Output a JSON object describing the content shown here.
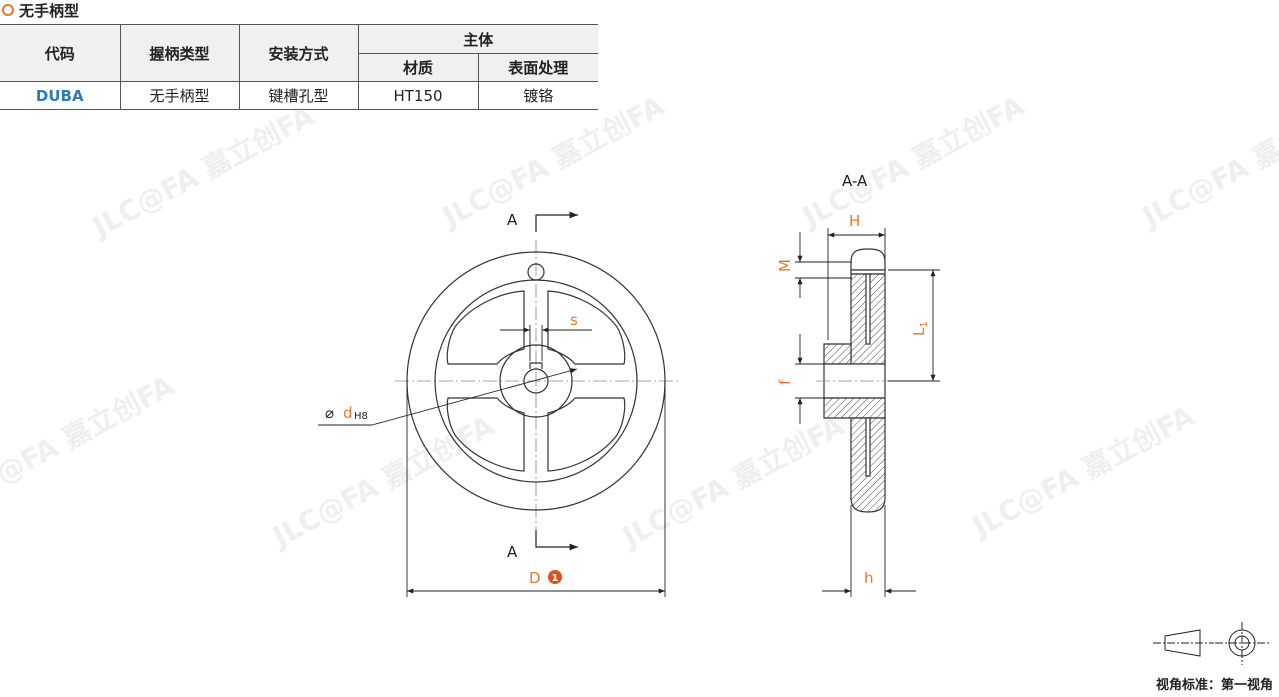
{
  "section_title": "无手柄型",
  "table": {
    "headers": {
      "code": "代码",
      "handle_type": "握柄类型",
      "mounting": "安装方式",
      "body_group": "主体",
      "material": "材质",
      "surface": "表面处理"
    },
    "row": {
      "code": "DUBA",
      "handle_type": "无手柄型",
      "mounting": "键槽孔型",
      "material": "HT150",
      "surface": "镀铬"
    }
  },
  "drawing": {
    "section_label_top": "A",
    "section_label_bottom": "A",
    "section_view_title": "A-A",
    "dim_s": "s",
    "dim_d_symbol": "⌀",
    "dim_d": "d",
    "dim_d_tol": "H8",
    "dim_D": "D",
    "dim_D_note": "1",
    "dim_H": "H",
    "dim_M": "M",
    "dim_L1": "L",
    "dim_L1_sub": "1",
    "dim_f": "f",
    "dim_h": "h"
  },
  "view_standard": "视角标准：第一视角",
  "watermark": "JLC@FA 嘉立创FA",
  "colors": {
    "accent": "#e8782a",
    "code_blue": "#2e7ab8",
    "badge": "#d9531e"
  }
}
